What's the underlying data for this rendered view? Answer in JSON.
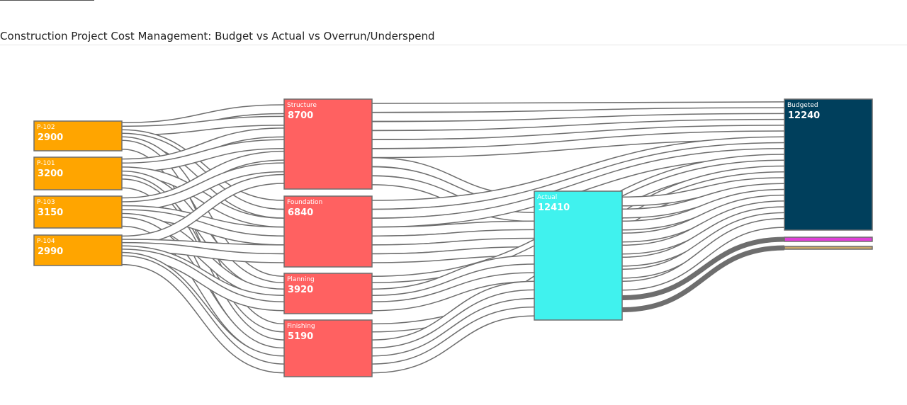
{
  "page": {
    "title": "Construction Project Cost Management: Budget vs Actual vs Overrun/Underspend"
  },
  "colors": {
    "project": "#ffa500",
    "phase": "#ff6161",
    "actual": "#40f2ee",
    "budgeted": "#003f5c",
    "overrun": "#e040d8",
    "underspend": "#c9a76a",
    "link": "#6e6e6e",
    "node_border": "#6e6e6e"
  },
  "chart_data": {
    "type": "sankey",
    "columns": [
      {
        "nodes": [
          {
            "id": "P-102",
            "label": "P-102",
            "value": "2900",
            "color_key": "project"
          },
          {
            "id": "P-101",
            "label": "P-101",
            "value": "3200",
            "color_key": "project"
          },
          {
            "id": "P-103",
            "label": "P-103",
            "value": "3150",
            "color_key": "project"
          },
          {
            "id": "P-104",
            "label": "P-104",
            "value": "2990",
            "color_key": "project"
          }
        ]
      },
      {
        "nodes": [
          {
            "id": "Structure",
            "label": "Structure",
            "value": "8700",
            "color_key": "phase"
          },
          {
            "id": "Foundation",
            "label": "Foundation",
            "value": "6840",
            "color_key": "phase"
          },
          {
            "id": "Planning",
            "label": "Planning",
            "value": "3920",
            "color_key": "phase"
          },
          {
            "id": "Finishing",
            "label": "Finishing",
            "value": "5190",
            "color_key": "phase"
          }
        ]
      },
      {
        "nodes": [
          {
            "id": "Actual",
            "label": "Actual",
            "value": "12410",
            "color_key": "actual"
          }
        ]
      },
      {
        "nodes": [
          {
            "id": "Budgeted",
            "label": "Budgeted",
            "value": "12240",
            "color_key": "budgeted"
          },
          {
            "id": "Overrun",
            "label": "",
            "value": "",
            "color_key": "overrun"
          },
          {
            "id": "Underspend",
            "label": "",
            "value": "",
            "color_key": "underspend"
          }
        ]
      }
    ],
    "links": [
      {
        "source": "P-102",
        "target": "Structure"
      },
      {
        "source": "P-102",
        "target": "Structure"
      },
      {
        "source": "P-102",
        "target": "Foundation"
      },
      {
        "source": "P-102",
        "target": "Foundation"
      },
      {
        "source": "P-102",
        "target": "Planning"
      },
      {
        "source": "P-102",
        "target": "Finishing"
      },
      {
        "source": "P-101",
        "target": "Structure"
      },
      {
        "source": "P-101",
        "target": "Structure"
      },
      {
        "source": "P-101",
        "target": "Foundation"
      },
      {
        "source": "P-101",
        "target": "Planning"
      },
      {
        "source": "P-101",
        "target": "Finishing"
      },
      {
        "source": "P-101",
        "target": "Finishing"
      },
      {
        "source": "P-103",
        "target": "Structure"
      },
      {
        "source": "P-103",
        "target": "Structure"
      },
      {
        "source": "P-103",
        "target": "Foundation"
      },
      {
        "source": "P-103",
        "target": "Foundation"
      },
      {
        "source": "P-103",
        "target": "Planning"
      },
      {
        "source": "P-103",
        "target": "Finishing"
      },
      {
        "source": "P-104",
        "target": "Structure"
      },
      {
        "source": "P-104",
        "target": "Foundation"
      },
      {
        "source": "P-104",
        "target": "Foundation"
      },
      {
        "source": "P-104",
        "target": "Planning"
      },
      {
        "source": "P-104",
        "target": "Planning"
      },
      {
        "source": "P-104",
        "target": "Finishing"
      },
      {
        "source": "P-104",
        "target": "Finishing"
      },
      {
        "source": "Structure",
        "target": "Budgeted"
      },
      {
        "source": "Structure",
        "target": "Budgeted"
      },
      {
        "source": "Structure",
        "target": "Budgeted"
      },
      {
        "source": "Structure",
        "target": "Budgeted"
      },
      {
        "source": "Structure",
        "target": "Budgeted"
      },
      {
        "source": "Structure",
        "target": "Budgeted"
      },
      {
        "source": "Structure",
        "target": "Actual"
      },
      {
        "source": "Structure",
        "target": "Actual"
      },
      {
        "source": "Structure",
        "target": "Actual"
      },
      {
        "source": "Foundation",
        "target": "Budgeted"
      },
      {
        "source": "Foundation",
        "target": "Budgeted"
      },
      {
        "source": "Foundation",
        "target": "Budgeted"
      },
      {
        "source": "Foundation",
        "target": "Actual"
      },
      {
        "source": "Foundation",
        "target": "Actual"
      },
      {
        "source": "Foundation",
        "target": "Actual"
      },
      {
        "source": "Foundation",
        "target": "Actual"
      },
      {
        "source": "Planning",
        "target": "Budgeted"
      },
      {
        "source": "Planning",
        "target": "Budgeted"
      },
      {
        "source": "Planning",
        "target": "Actual"
      },
      {
        "source": "Planning",
        "target": "Actual"
      },
      {
        "source": "Planning",
        "target": "Actual"
      },
      {
        "source": "Finishing",
        "target": "Budgeted"
      },
      {
        "source": "Finishing",
        "target": "Budgeted"
      },
      {
        "source": "Finishing",
        "target": "Actual"
      },
      {
        "source": "Finishing",
        "target": "Actual"
      },
      {
        "source": "Finishing",
        "target": "Actual"
      },
      {
        "source": "Finishing",
        "target": "Actual"
      },
      {
        "source": "Actual",
        "target": "Budgeted"
      },
      {
        "source": "Actual",
        "target": "Budgeted"
      },
      {
        "source": "Actual",
        "target": "Budgeted"
      },
      {
        "source": "Actual",
        "target": "Budgeted"
      },
      {
        "source": "Actual",
        "target": "Budgeted"
      },
      {
        "source": "Actual",
        "target": "Budgeted"
      },
      {
        "source": "Actual",
        "target": "Budgeted"
      },
      {
        "source": "Actual",
        "target": "Budgeted"
      },
      {
        "source": "Actual",
        "target": "Overrun",
        "weight": "heavy"
      },
      {
        "source": "Actual",
        "target": "Underspend",
        "weight": "heavy"
      }
    ]
  }
}
